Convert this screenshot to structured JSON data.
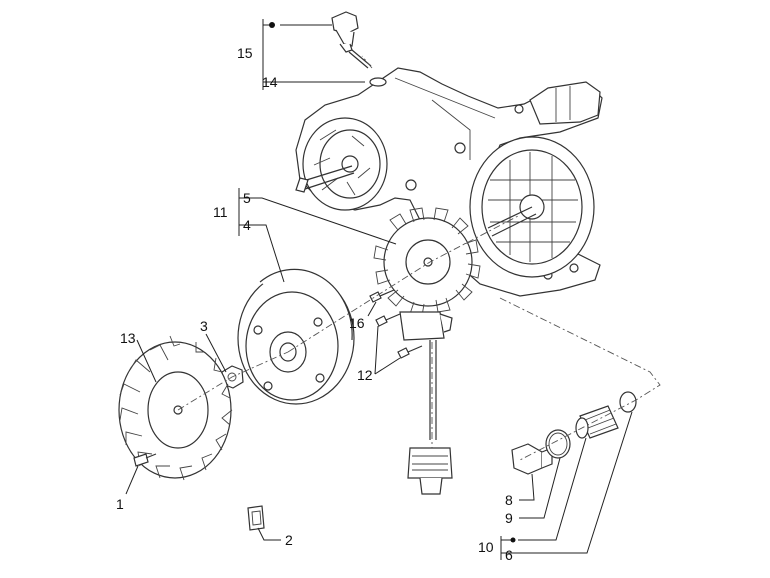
{
  "diagram": {
    "type": "exploded-parts-view",
    "callouts": [
      {
        "id": "c1",
        "text": "1"
      },
      {
        "id": "c2",
        "text": "2"
      },
      {
        "id": "c3",
        "text": "3"
      },
      {
        "id": "c4",
        "text": "4"
      },
      {
        "id": "c5",
        "text": "5"
      },
      {
        "id": "c6",
        "text": "6"
      },
      {
        "id": "c8",
        "text": "8"
      },
      {
        "id": "c9",
        "text": "9"
      },
      {
        "id": "c10",
        "text": "10"
      },
      {
        "id": "c11",
        "text": "11"
      },
      {
        "id": "c12",
        "text": "12"
      },
      {
        "id": "c13",
        "text": "13"
      },
      {
        "id": "c14",
        "text": "14"
      },
      {
        "id": "c15",
        "text": "15"
      },
      {
        "id": "c16",
        "text": "16"
      }
    ]
  }
}
